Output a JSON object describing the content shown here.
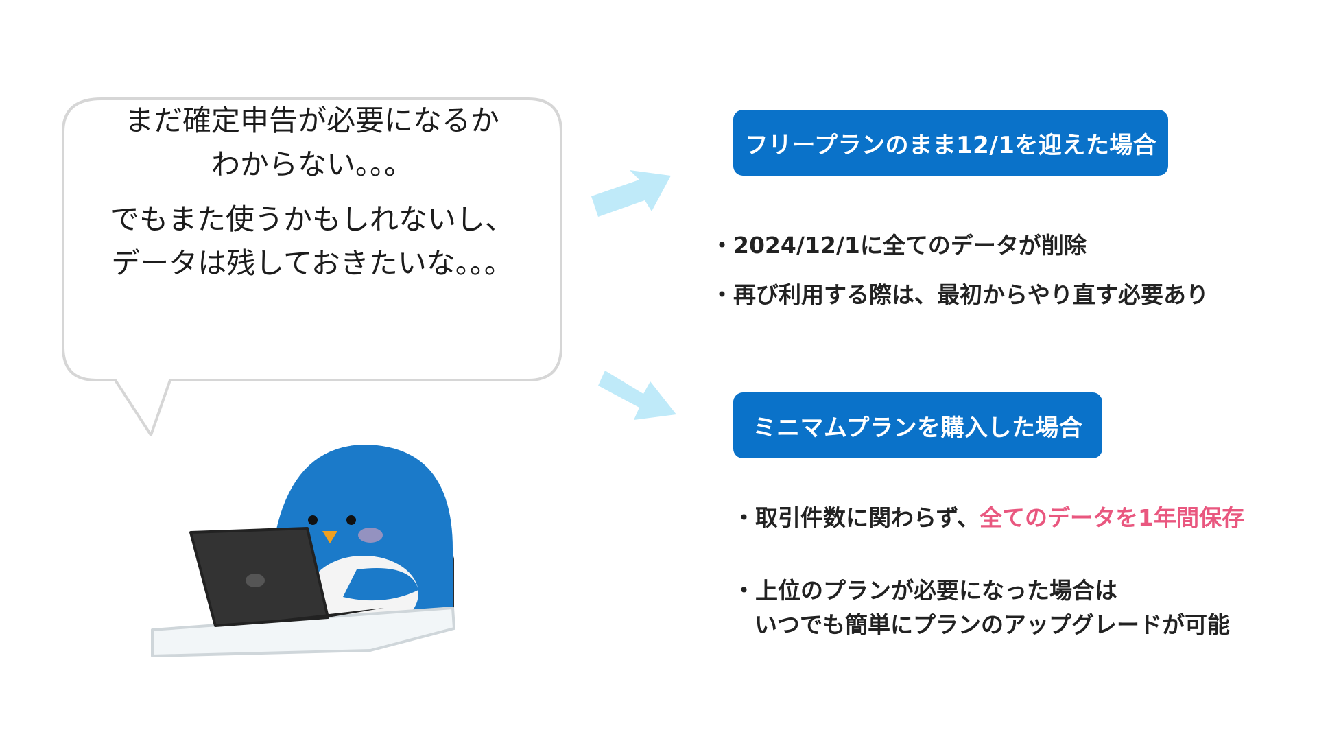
{
  "bubble": {
    "line1": "まだ確定申告が必要になるか",
    "line2": "わからない。。。",
    "line3": "でもまた使うかもしれないし、",
    "line4": "データは残しておきたいな。。。"
  },
  "free_plan": {
    "header": "フリープランのまま12/1を迎えた場合",
    "bullets": [
      "・2024/12/1に全てのデータが削除",
      "・再び利用する際は、最初からやり直す必要あり"
    ]
  },
  "minimum_plan": {
    "header": "ミニマムプランを購入した場合",
    "bullet1_prefix": "・取引件数に関わらず、",
    "bullet1_highlight": "全てのデータを1年間保存",
    "bullet2_line1": "・上位のプランが必要になった場合は",
    "bullet2_line2": "いつでも簡単にプランのアップグレードが可能"
  },
  "colors": {
    "accent_blue": "#0a72c9",
    "arrow": "#bfeaf9",
    "highlight_pink": "#e9577f",
    "penguin_blue": "#1b7ac9"
  },
  "icons": {
    "arrow_up": "arrow-up-right-icon",
    "arrow_down": "arrow-down-right-icon",
    "character": "penguin-with-laptop"
  }
}
